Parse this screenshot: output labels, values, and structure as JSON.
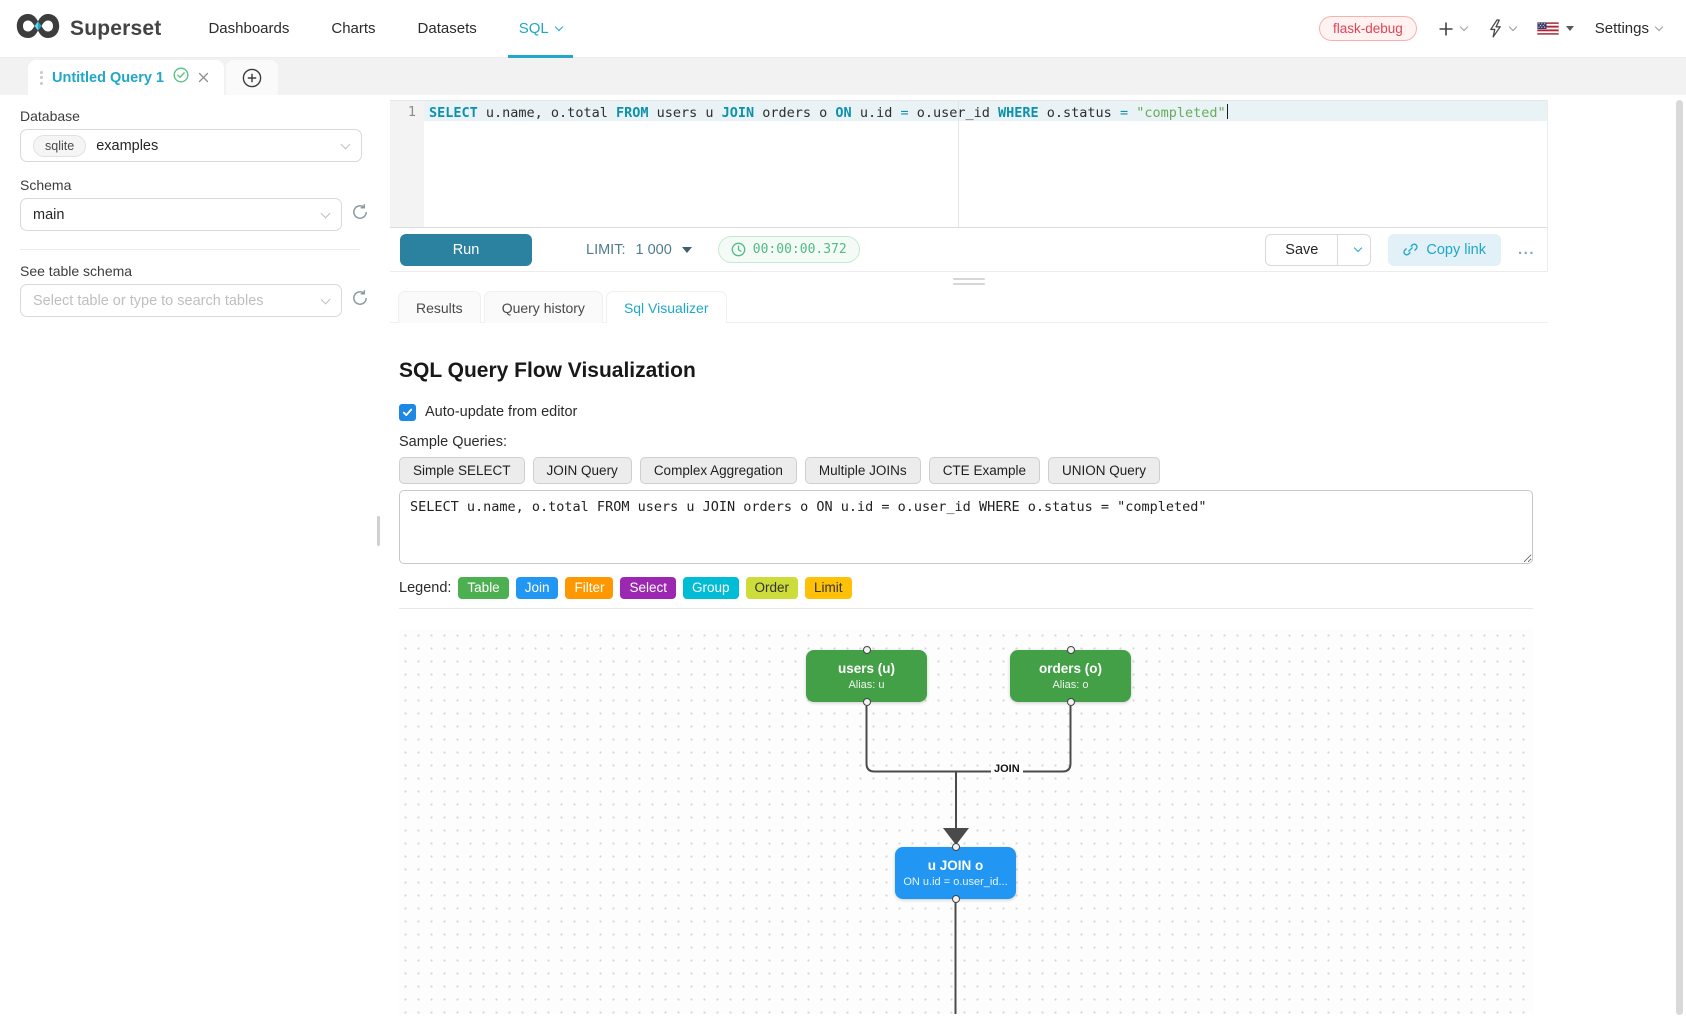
{
  "colors": {
    "accent": "#20a7c9",
    "run_button": "#2b81a0",
    "success": "#5ac189",
    "danger": "#e04355",
    "checkbox_blue": "#1e88e5",
    "edge": "#4a4a4a"
  },
  "navbar": {
    "brand": "Superset",
    "items": [
      "Dashboards",
      "Charts",
      "Datasets",
      "SQL"
    ],
    "active_item": "SQL",
    "environment_tag": "flask-debug",
    "settings_label": "Settings"
  },
  "query_tabs": {
    "active_tab_label": "Untitled Query 1"
  },
  "sidebar": {
    "database_label": "Database",
    "database_type": "sqlite",
    "database_value": "examples",
    "schema_label": "Schema",
    "schema_value": "main",
    "table_label": "See table schema",
    "table_placeholder": "Select table or type to search tables"
  },
  "editor": {
    "line_number": "1",
    "tokens": [
      {
        "t": "SELECT",
        "c": "kw"
      },
      {
        "t": " u.name, o.total ",
        "c": "pl"
      },
      {
        "t": "FROM",
        "c": "kw"
      },
      {
        "t": " users u ",
        "c": "pl"
      },
      {
        "t": "JOIN",
        "c": "kw"
      },
      {
        "t": " orders o ",
        "c": "pl"
      },
      {
        "t": "ON",
        "c": "kw"
      },
      {
        "t": " u.id ",
        "c": "pl"
      },
      {
        "t": "=",
        "c": "op"
      },
      {
        "t": " o.user_id ",
        "c": "pl"
      },
      {
        "t": "WHERE",
        "c": "kw"
      },
      {
        "t": " o.status ",
        "c": "pl"
      },
      {
        "t": "=",
        "c": "op"
      },
      {
        "t": " ",
        "c": "pl"
      },
      {
        "t": "\"completed\"",
        "c": "str"
      }
    ]
  },
  "toolbar": {
    "run_label": "Run",
    "limit_label": "LIMIT:",
    "limit_value": "1 000",
    "timer": "00:00:00.372",
    "save_label": "Save",
    "copy_link_label": "Copy link",
    "more_label": "..."
  },
  "result_tabs": [
    {
      "label": "Results",
      "active": false
    },
    {
      "label": "Query history",
      "active": false
    },
    {
      "label": "Sql Visualizer",
      "active": true
    }
  ],
  "visualizer": {
    "title": "SQL Query Flow Visualization",
    "auto_update_label": "Auto-update from editor",
    "auto_update_checked": true,
    "sample_queries_label": "Sample Queries:",
    "sample_buttons": [
      "Simple SELECT",
      "JOIN Query",
      "Complex Aggregation",
      "Multiple JOINs",
      "CTE Example",
      "UNION Query"
    ],
    "query_text": "SELECT u.name, o.total FROM users u JOIN orders o ON u.id = o.user_id WHERE o.status = \"completed\"",
    "legend_label": "Legend:",
    "legend": [
      {
        "label": "Table",
        "color": "#4caf50",
        "text_color": "#ffffff"
      },
      {
        "label": "Join",
        "color": "#2196f3",
        "text_color": "#ffffff"
      },
      {
        "label": "Filter",
        "color": "#ff9800",
        "text_color": "#ffffff"
      },
      {
        "label": "Select",
        "color": "#9c27b0",
        "text_color": "#ffffff"
      },
      {
        "label": "Group",
        "color": "#00bcd4",
        "text_color": "#ffffff"
      },
      {
        "label": "Order",
        "color": "#cddc39",
        "text_color": "#333333"
      },
      {
        "label": "Limit",
        "color": "#ffc107",
        "text_color": "#333333"
      }
    ],
    "diagram": {
      "nodes": [
        {
          "id": "users",
          "title": "users (u)",
          "subtitle": "Alias: u",
          "color": "#43a047"
        },
        {
          "id": "orders",
          "title": "orders (o)",
          "subtitle": "Alias: o",
          "color": "#43a047"
        },
        {
          "id": "join",
          "title": "u JOIN o",
          "subtitle": "ON u.id = o.user_id...",
          "color": "#2196f3"
        }
      ],
      "edge_label": "JOIN"
    }
  },
  "icons": [
    "superset-logo",
    "chevron-down-icon",
    "plus-icon",
    "lightning-icon",
    "us-flag-icon",
    "drag-dots-icon",
    "check-circle-icon",
    "close-icon",
    "add-tab-icon",
    "refresh-icon",
    "clock-icon",
    "link-icon",
    "ellipsis-icon",
    "checkbox-checked-icon"
  ]
}
